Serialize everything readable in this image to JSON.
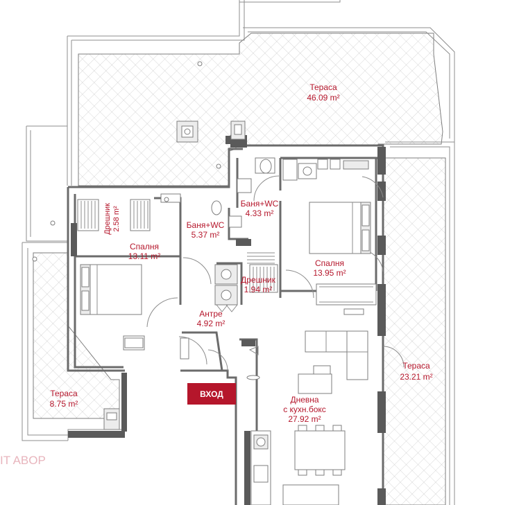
{
  "colors": {
    "accent": "#b5162b",
    "wall": "#5a5a5a",
    "entry_bg": "#b5162b"
  },
  "rooms": {
    "terrace_top": {
      "name": "Тераса",
      "area": "46.09 m²"
    },
    "wardrobe_left": {
      "name": "Дрешник",
      "area": "2.58 m²"
    },
    "bath_left": {
      "name": "Баня+WC",
      "area": "5.37 m²"
    },
    "bath_right": {
      "name": "Баня+WC",
      "area": "4.33 m²"
    },
    "bedroom_left": {
      "name": "Спалня",
      "area": "13.11 m²"
    },
    "bedroom_right": {
      "name": "Спалня",
      "area": "13.95 m²"
    },
    "wardrobe_right": {
      "name": "Дрешник",
      "area": "1.94 m²"
    },
    "hall": {
      "name": "Антре",
      "area": "4.92 m²"
    },
    "terrace_right": {
      "name": "Тераса",
      "area": "23.21 m²"
    },
    "terrace_left": {
      "name": "Тераса",
      "area": "8.75 m²"
    },
    "living": {
      "name": "Дневна",
      "subname": "с кухн.бокс",
      "area": "27.92 m²"
    }
  },
  "entry_label": "ВХОД",
  "watermark": "IT ABOP"
}
